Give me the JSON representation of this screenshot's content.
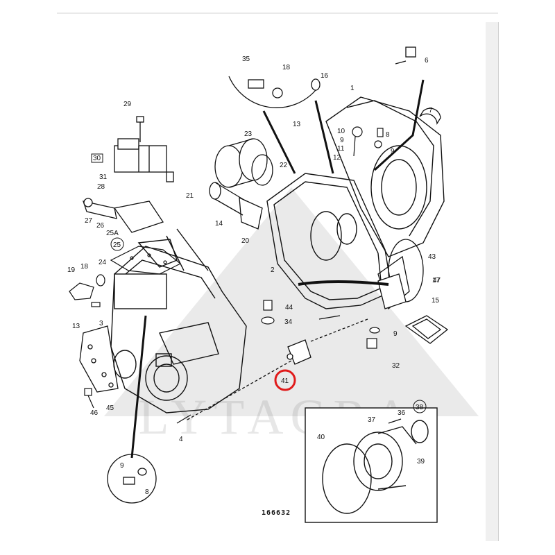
{
  "watermark": "LYTAGRA",
  "figure_ref": "166632",
  "highlighted_part": "41",
  "highlight_color": "#e01b1b",
  "callouts": {
    "c1": "1",
    "c2": "2",
    "c3": "3",
    "c4": "4",
    "c6": "6",
    "c7": "7",
    "c8a": "8",
    "c8b": "8",
    "c9a": "9",
    "c9b": "9",
    "c9c": "9",
    "c9d": "9",
    "c10": "10",
    "c11": "11",
    "c12": "12",
    "c13a": "13",
    "c13b": "13",
    "c14": "14",
    "c15": "15",
    "c16": "16",
    "c17": "17",
    "c18a": "18",
    "c18b": "18",
    "c19": "19",
    "c20": "20",
    "c21": "21",
    "c22": "22",
    "c23": "23",
    "c24": "24",
    "c25": "25",
    "c25a": "25A",
    "c26": "26",
    "c27": "27",
    "c28": "28",
    "c29": "29",
    "c30": "30",
    "c31": "31",
    "c32": "32",
    "c34": "34",
    "c35": "35",
    "c36": "36",
    "c37": "37",
    "c38": "38",
    "c39": "39",
    "c40": "40",
    "c41": "41",
    "c43": "43",
    "c44": "44",
    "c45": "45",
    "c46": "46",
    "c47": "47"
  }
}
